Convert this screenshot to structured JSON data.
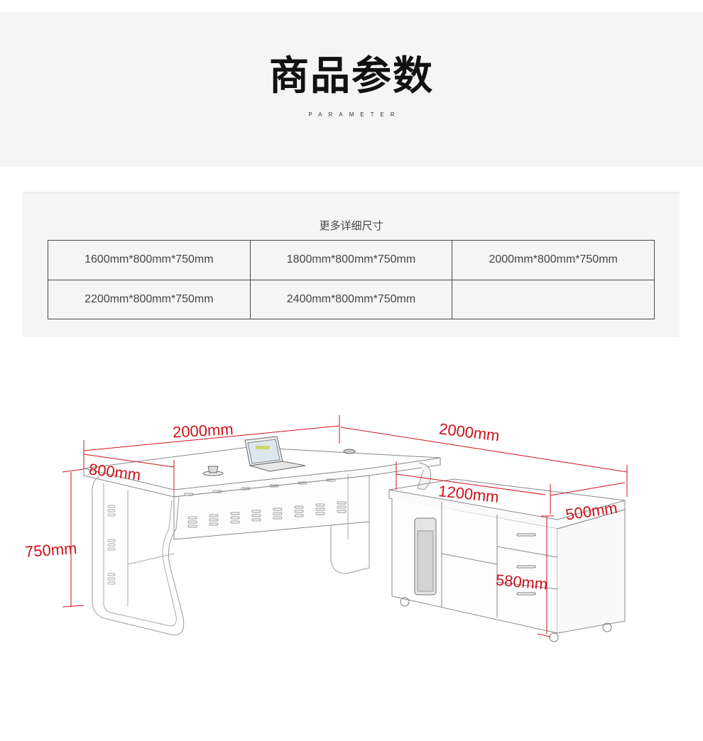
{
  "header": {
    "title": "商品参数",
    "subtitle": "PARAMETER"
  },
  "sizes": {
    "heading": "更多详细尺寸",
    "rows": [
      [
        "1600mm*800mm*750mm",
        "1800mm*800mm*750mm",
        "2000mm*800mm*750mm"
      ],
      [
        "2200mm*800mm*750mm",
        "2400mm*800mm*750mm",
        ""
      ]
    ]
  },
  "diagram": {
    "accent_color": "#d0101a",
    "dimensions": {
      "desk_length": "2000mm",
      "desk_depth": "800mm",
      "desk_height": "750mm",
      "return_length": "2000mm",
      "cabinet_length": "1200mm",
      "cabinet_depth": "500mm",
      "cabinet_height": "580mm"
    }
  }
}
